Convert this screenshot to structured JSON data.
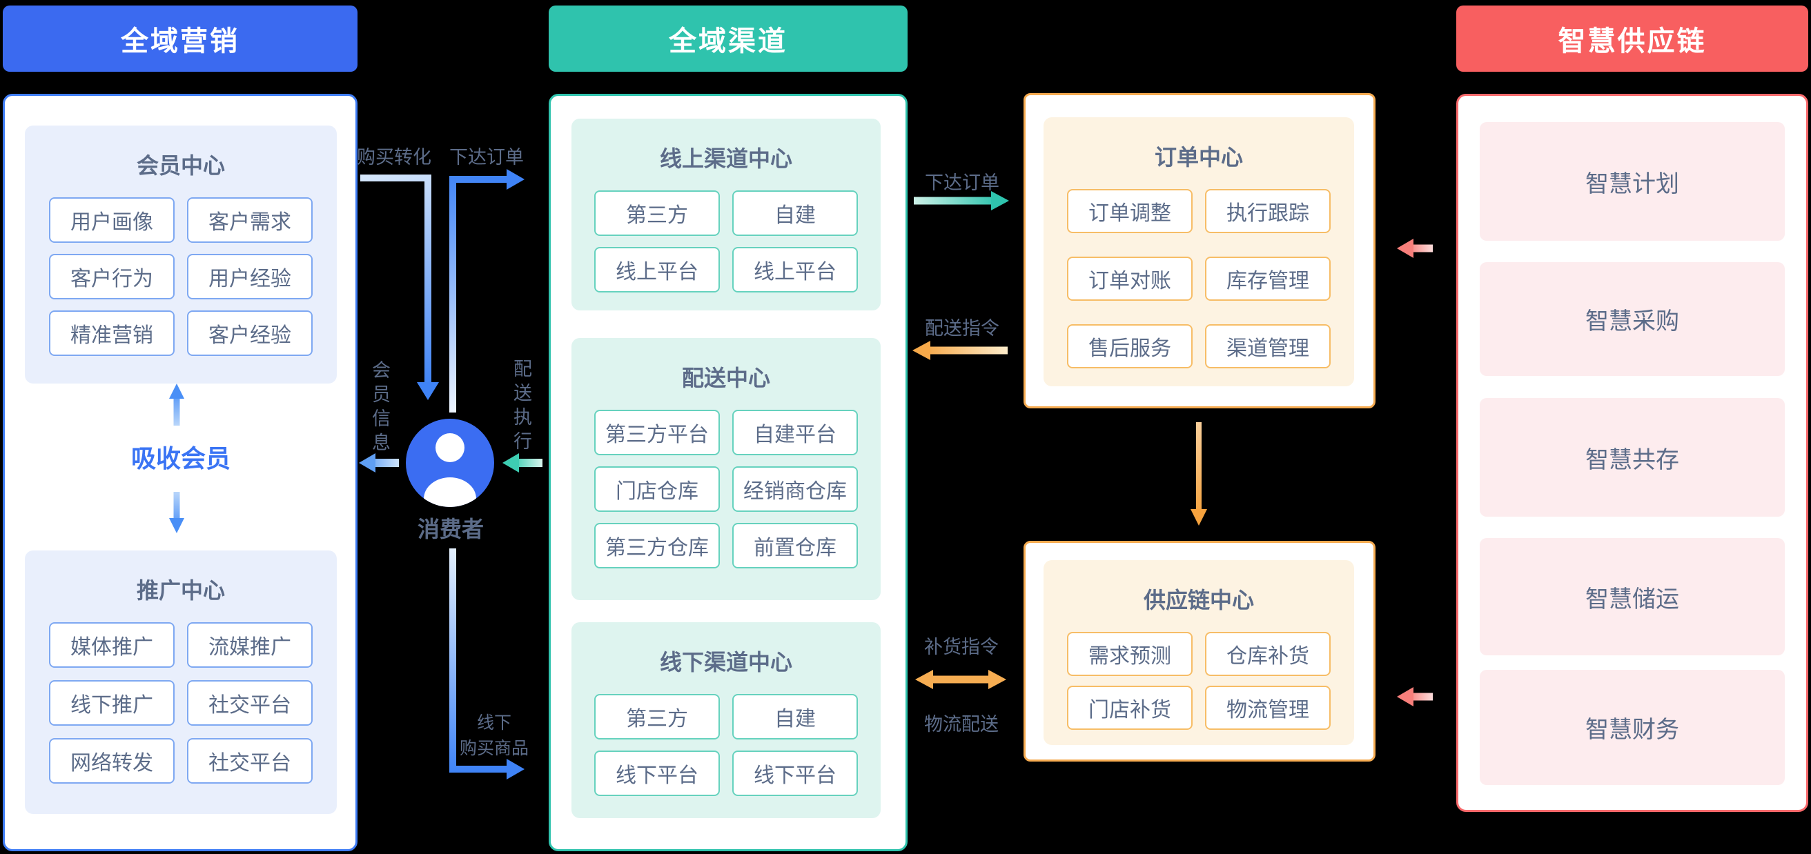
{
  "marketing": {
    "header": "全域营销",
    "accent_color": "#3b6af0",
    "member_center": {
      "title": "会员中心",
      "items": [
        "用户画像",
        "客户需求",
        "客户行为",
        "用户经验",
        "精准营销",
        "客户经验"
      ]
    },
    "absorb_label": "吸收会员",
    "promotion_center": {
      "title": "推广中心",
      "items": [
        "媒体推广",
        "流媒推广",
        "线下推广",
        "社交平台",
        "网络转发",
        "社交平台"
      ]
    }
  },
  "consumer": {
    "label": "消费者",
    "icon_color": "#3b6df2"
  },
  "channel": {
    "header": "全域渠道",
    "accent_color": "#2fc3ad",
    "online_center": {
      "title": "线上渠道中心",
      "items": [
        "第三方",
        "自建",
        "线上平台",
        "线上平台"
      ]
    },
    "delivery_center": {
      "title": "配送中心",
      "items": [
        "第三方平台",
        "自建平台",
        "门店仓库",
        "经销商仓库",
        "第三方仓库",
        "前置仓库"
      ]
    },
    "offline_center": {
      "title": "线下渠道中心",
      "items": [
        "第三方",
        "自建",
        "线下平台",
        "线下平台"
      ]
    }
  },
  "order_center": {
    "title": "订单中心",
    "accent_color": "#f6ab50",
    "items": [
      "订单调整",
      "执行跟踪",
      "订单对账",
      "库存管理",
      "售后服务",
      "渠道管理"
    ]
  },
  "supply_chain_center": {
    "title": "供应链中心",
    "items": [
      "需求预测",
      "仓库补货",
      "门店补货",
      "物流管理"
    ]
  },
  "smart_supply": {
    "header": "智慧供应链",
    "accent_color": "#f85f60",
    "items": [
      "智慧计划",
      "智慧采购",
      "智慧共存",
      "智慧储运",
      "智慧财务"
    ]
  },
  "flow_labels": {
    "purchase_conversion": "购买转化",
    "place_order_consumer": "下达订单",
    "member_info": "会员信息",
    "delivery_execution": "配送执行",
    "offline_purchase_1": "线下",
    "offline_purchase_2": "购买商品",
    "place_order_channel": "下达订单",
    "delivery_instruction": "配送指令",
    "replenish_instruction": "补货指令",
    "logistics_delivery": "物流配送"
  }
}
